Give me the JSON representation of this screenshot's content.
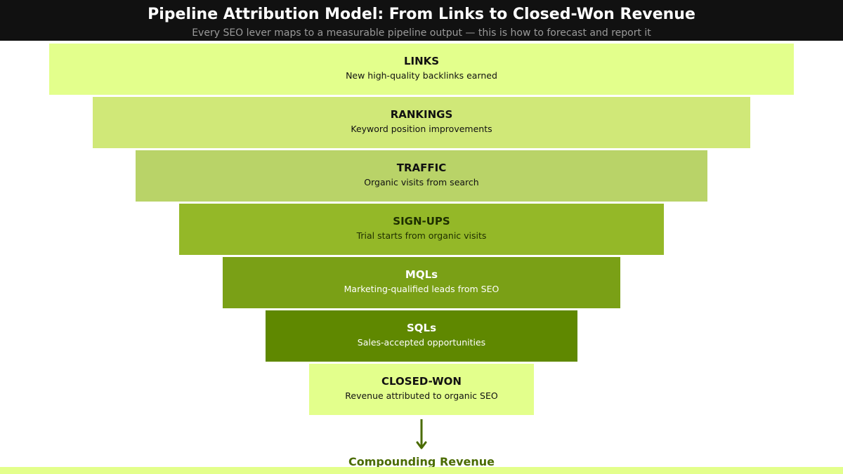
{
  "header": {
    "title": "Pipeline Attribution Model: From Links to Closed-Won Revenue",
    "subtitle": "Every SEO lever maps to a measurable pipeline output — this is how to forecast and report it"
  },
  "funnel": [
    {
      "label": "LINKS",
      "description": "New high-quality backlinks earned",
      "fill": "#e3ff8c",
      "text_color": "#111111"
    },
    {
      "label": "RANKINGS",
      "description": "Keyword position improvements",
      "fill": "#d0e878",
      "text_color": "#111111"
    },
    {
      "label": "TRAFFIC",
      "description": "Organic visits from search",
      "fill": "#b9d368",
      "text_color": "#111111"
    },
    {
      "label": "SIGN-UPS",
      "description": "Trial starts from organic visits",
      "fill": "#94b828",
      "text_color": "#1e2e00"
    },
    {
      "label": "MQLs",
      "description": "Marketing-qualified leads from SEO",
      "fill": "#7aa016",
      "text_color": "#ffffff"
    },
    {
      "label": "SQLs",
      "description": "Sales-accepted opportunities",
      "fill": "#5f8800",
      "text_color": "#ffffff"
    },
    {
      "label": "CLOSED-WON",
      "description": "Revenue attributed to organic SEO",
      "fill": "#e3ff8c",
      "text_color": "#111111"
    }
  ],
  "outcome": {
    "label": "Compounding Revenue"
  },
  "colors": {
    "header_bg": "#111111",
    "accent_dark": "#4a6b00",
    "bottom_bar": "#e3ff8c"
  }
}
